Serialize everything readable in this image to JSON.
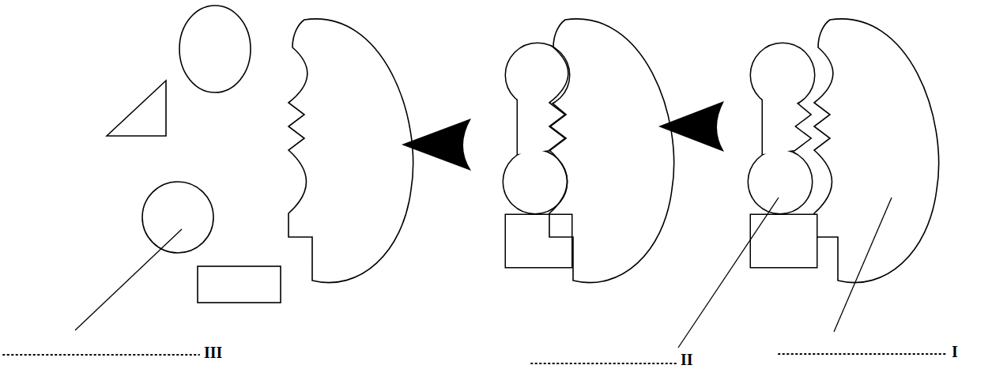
{
  "diagram": {
    "labels": [
      "III",
      "II",
      "I"
    ]
  }
}
